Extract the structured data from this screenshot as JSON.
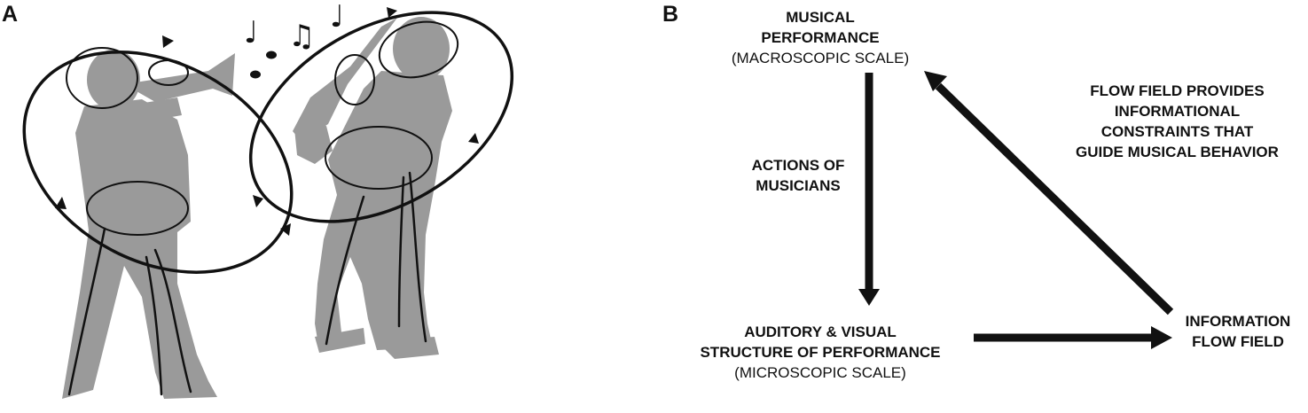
{
  "panel_labels": {
    "a": "A",
    "b": "B"
  },
  "colors": {
    "silhouette": "#9a9a9a",
    "ink": "#111111",
    "background": "#ffffff"
  },
  "panel_a": {
    "figures": [
      "trumpet-player-silhouette",
      "saxophone-player-silhouette"
    ],
    "notes": [
      "♩",
      "♫",
      "♩"
    ]
  },
  "panel_b": {
    "nodes": {
      "top": {
        "title": "MUSICAL\nPERFORMANCE",
        "scale": "(MACROSCOPIC SCALE)"
      },
      "bottom": {
        "title": "AUDITORY & VISUAL\nSTRUCTURE OF PERFORMANCE",
        "scale": "(MICROSCOPIC SCALE)"
      },
      "right": {
        "title": "INFORMATION\nFLOW FIELD"
      }
    },
    "edges": {
      "top_to_bottom": "ACTIONS OF\nMUSICIANS",
      "right_to_top": "FLOW FIELD PROVIDES\nINFORMATIONAL\nCONSTRAINTS THAT\nGUIDE MUSICAL BEHAVIOR"
    }
  }
}
